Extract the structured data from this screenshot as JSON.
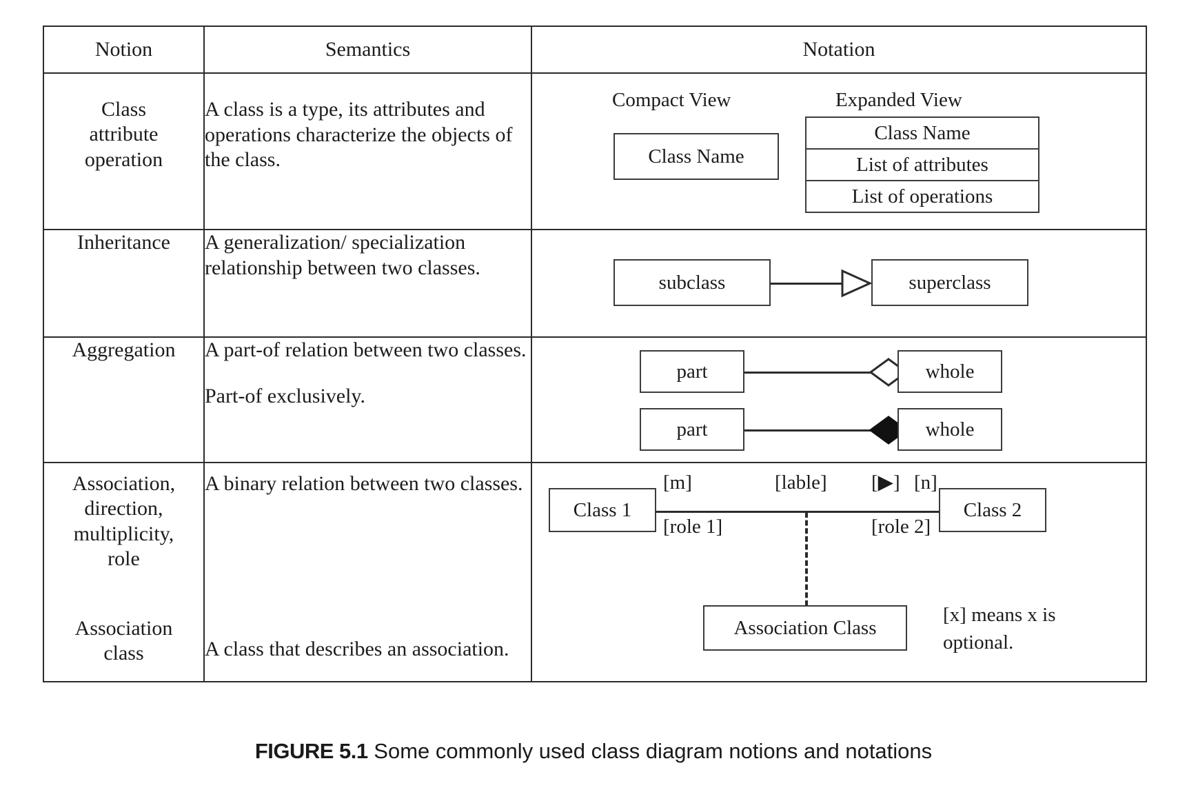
{
  "figure": {
    "label": "FIGURE 5.1",
    "text": "Some commonly used class diagram notions and notations"
  },
  "table": {
    "headers": {
      "notion": "Notion",
      "semantics": "Semantics",
      "notation": "Notation"
    },
    "rows": [
      {
        "notion": "Class\nattribute\noperation",
        "notion_lines": [
          "Class",
          "attribute",
          "operation"
        ],
        "semantics": [
          "A class is a type, its attributes and operations characterize the objects of the class."
        ],
        "notation": {
          "compact_view_label": "Compact View",
          "expanded_view_label": "Expanded View",
          "compact_box": "Class Name",
          "expanded_boxes": [
            "Class Name",
            "List of attributes",
            "List of operations"
          ]
        }
      },
      {
        "notion": "Inheritance",
        "notion_lines": [
          "Inheritance"
        ],
        "semantics": [
          "A generalization/ specialization relationship between two classes."
        ],
        "notation": {
          "source_box": "subclass",
          "target_box": "superclass",
          "connector": "hollow-triangle-arrow"
        }
      },
      {
        "notion": "Aggregation",
        "notion_lines": [
          "Aggregation"
        ],
        "semantics": [
          "A part-of relation between two classes.",
          "Part-of exclusively."
        ],
        "notation": {
          "aggregation": {
            "source_box": "part",
            "target_box": "whole",
            "connector": "hollow-diamond"
          },
          "composition": {
            "source_box": "part",
            "target_box": "whole",
            "connector": "filled-diamond"
          }
        }
      },
      {
        "notion": "Association, direction, multiplicity, role",
        "notion_lines": [
          "Association,",
          "direction,",
          "multiplicity,",
          "role"
        ],
        "semantics": [
          "A binary relation between two classes."
        ],
        "notion2_lines": [
          "Association",
          "class"
        ],
        "semantics2": [
          "A class that describes an association."
        ],
        "notation": {
          "class1_box": "Class 1",
          "class2_box": "Class 2",
          "multiplicity_left": "[m]",
          "role_left": "[role 1]",
          "label_center": "[lable]",
          "direction_marker": "[▶]",
          "multiplicity_right": "[n]",
          "role_right": "[role 2]",
          "association_class_box": "Association Class",
          "optional_note_lines": [
            "[x] means x is",
            "optional."
          ]
        }
      }
    ]
  },
  "colors": {
    "line": "#2b2b2b",
    "box_border": "#3b3b3b",
    "text": "#1c1c1c",
    "background": "#ffffff"
  }
}
